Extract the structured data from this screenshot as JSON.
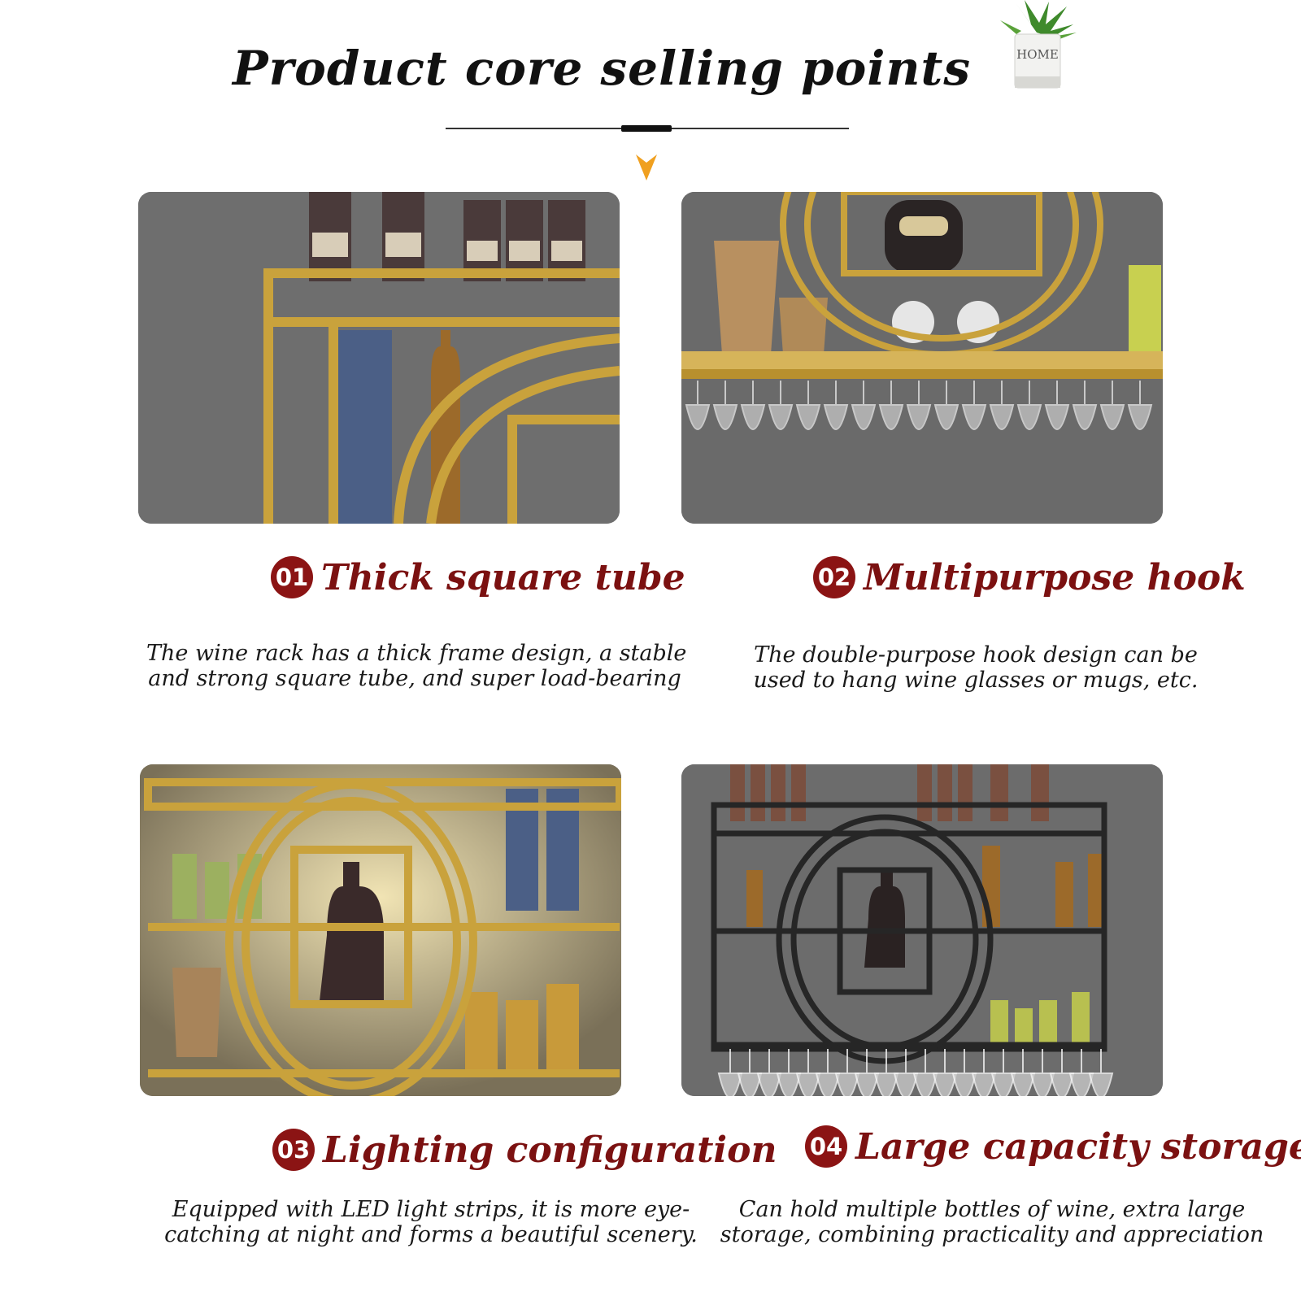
{
  "header": {
    "title": "Product core selling points",
    "plant_pot_text": "HOME"
  },
  "colors": {
    "accent": "#7b1111",
    "badge": "#8b1414",
    "arrow": "#f0a020",
    "frame_gold": "#c9a23c",
    "frame_black": "#2a2a2a",
    "wall_gray": "#6b6b6b"
  },
  "features": [
    {
      "number": "01",
      "title": "Thick square tube",
      "desc_line1": "The wine rack has a thick frame design, a stable",
      "desc_line2": "and strong square tube, and super load-bearing"
    },
    {
      "number": "02",
      "title": "Multipurpose hook",
      "desc_line1": "The double-purpose hook design can be",
      "desc_line2": "used to hang wine glasses or mugs, etc."
    },
    {
      "number": "03",
      "title": "Lighting configuration",
      "desc_line1": "Equipped with LED light strips, it is more eye-",
      "desc_line2": "catching at night and forms a beautiful scenery."
    },
    {
      "number": "04",
      "title": "Large capacity storage",
      "desc_line1": "Can hold multiple bottles of wine, extra large",
      "desc_line2": "storage, combining practicality and appreciation"
    }
  ]
}
